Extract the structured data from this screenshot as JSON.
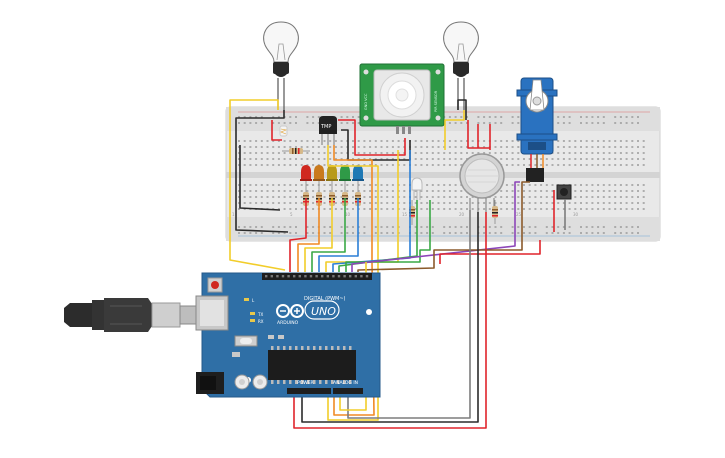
{
  "pir_sensor": {
    "label_left": "GND VCC",
    "label_right": "PIR SENSOR"
  },
  "temp_sensor": {
    "label": "TMP"
  },
  "arduino": {
    "brand": "ARDUINO",
    "model": "UNO",
    "digital_label": "DIGITAL (PWM~)",
    "power_label": "POWER",
    "analog_label": "ANALOG IN",
    "led_l": "L",
    "led_tx": "TX",
    "led_rx": "RX"
  },
  "wire_colors": {
    "red": "#e0242b",
    "black": "#2b2b2b",
    "yellow": "#f2cd2a",
    "orange": "#f08a24",
    "green": "#3aa845",
    "blue": "#2b7fd6",
    "purple": "#8d46b8",
    "brown": "#8b5a2b",
    "gray": "#7d7d7d"
  },
  "board_color": "#2f6fa6",
  "breadboard_color": "#e9e9e9"
}
